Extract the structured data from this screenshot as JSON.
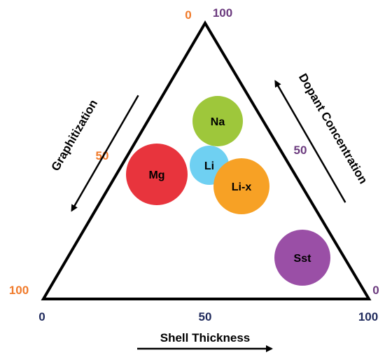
{
  "colors": {
    "bottom_ticks": "#1f2a5c",
    "left_ticks": "#f07a2a",
    "right_ticks": "#6b3a7e",
    "outline": "#000000"
  },
  "axes": {
    "bottom": {
      "title": "Shell Thickness",
      "ticks": [
        "0",
        "50",
        "100"
      ]
    },
    "left": {
      "title": "Graphitization",
      "ticks": [
        "100",
        "50",
        "0"
      ]
    },
    "right": {
      "title": "Dopant Concentration",
      "ticks": [
        "100",
        "50",
        "0"
      ]
    }
  },
  "bubbles": [
    {
      "label": "Na",
      "color": "#9ec73b"
    },
    {
      "label": "Mg",
      "color": "#e8343d"
    },
    {
      "label": "Li",
      "color": "#6fd0f2"
    },
    {
      "label": "Li-x",
      "color": "#f7a125"
    },
    {
      "label": "Sst",
      "color": "#9a4fa6"
    }
  ]
}
